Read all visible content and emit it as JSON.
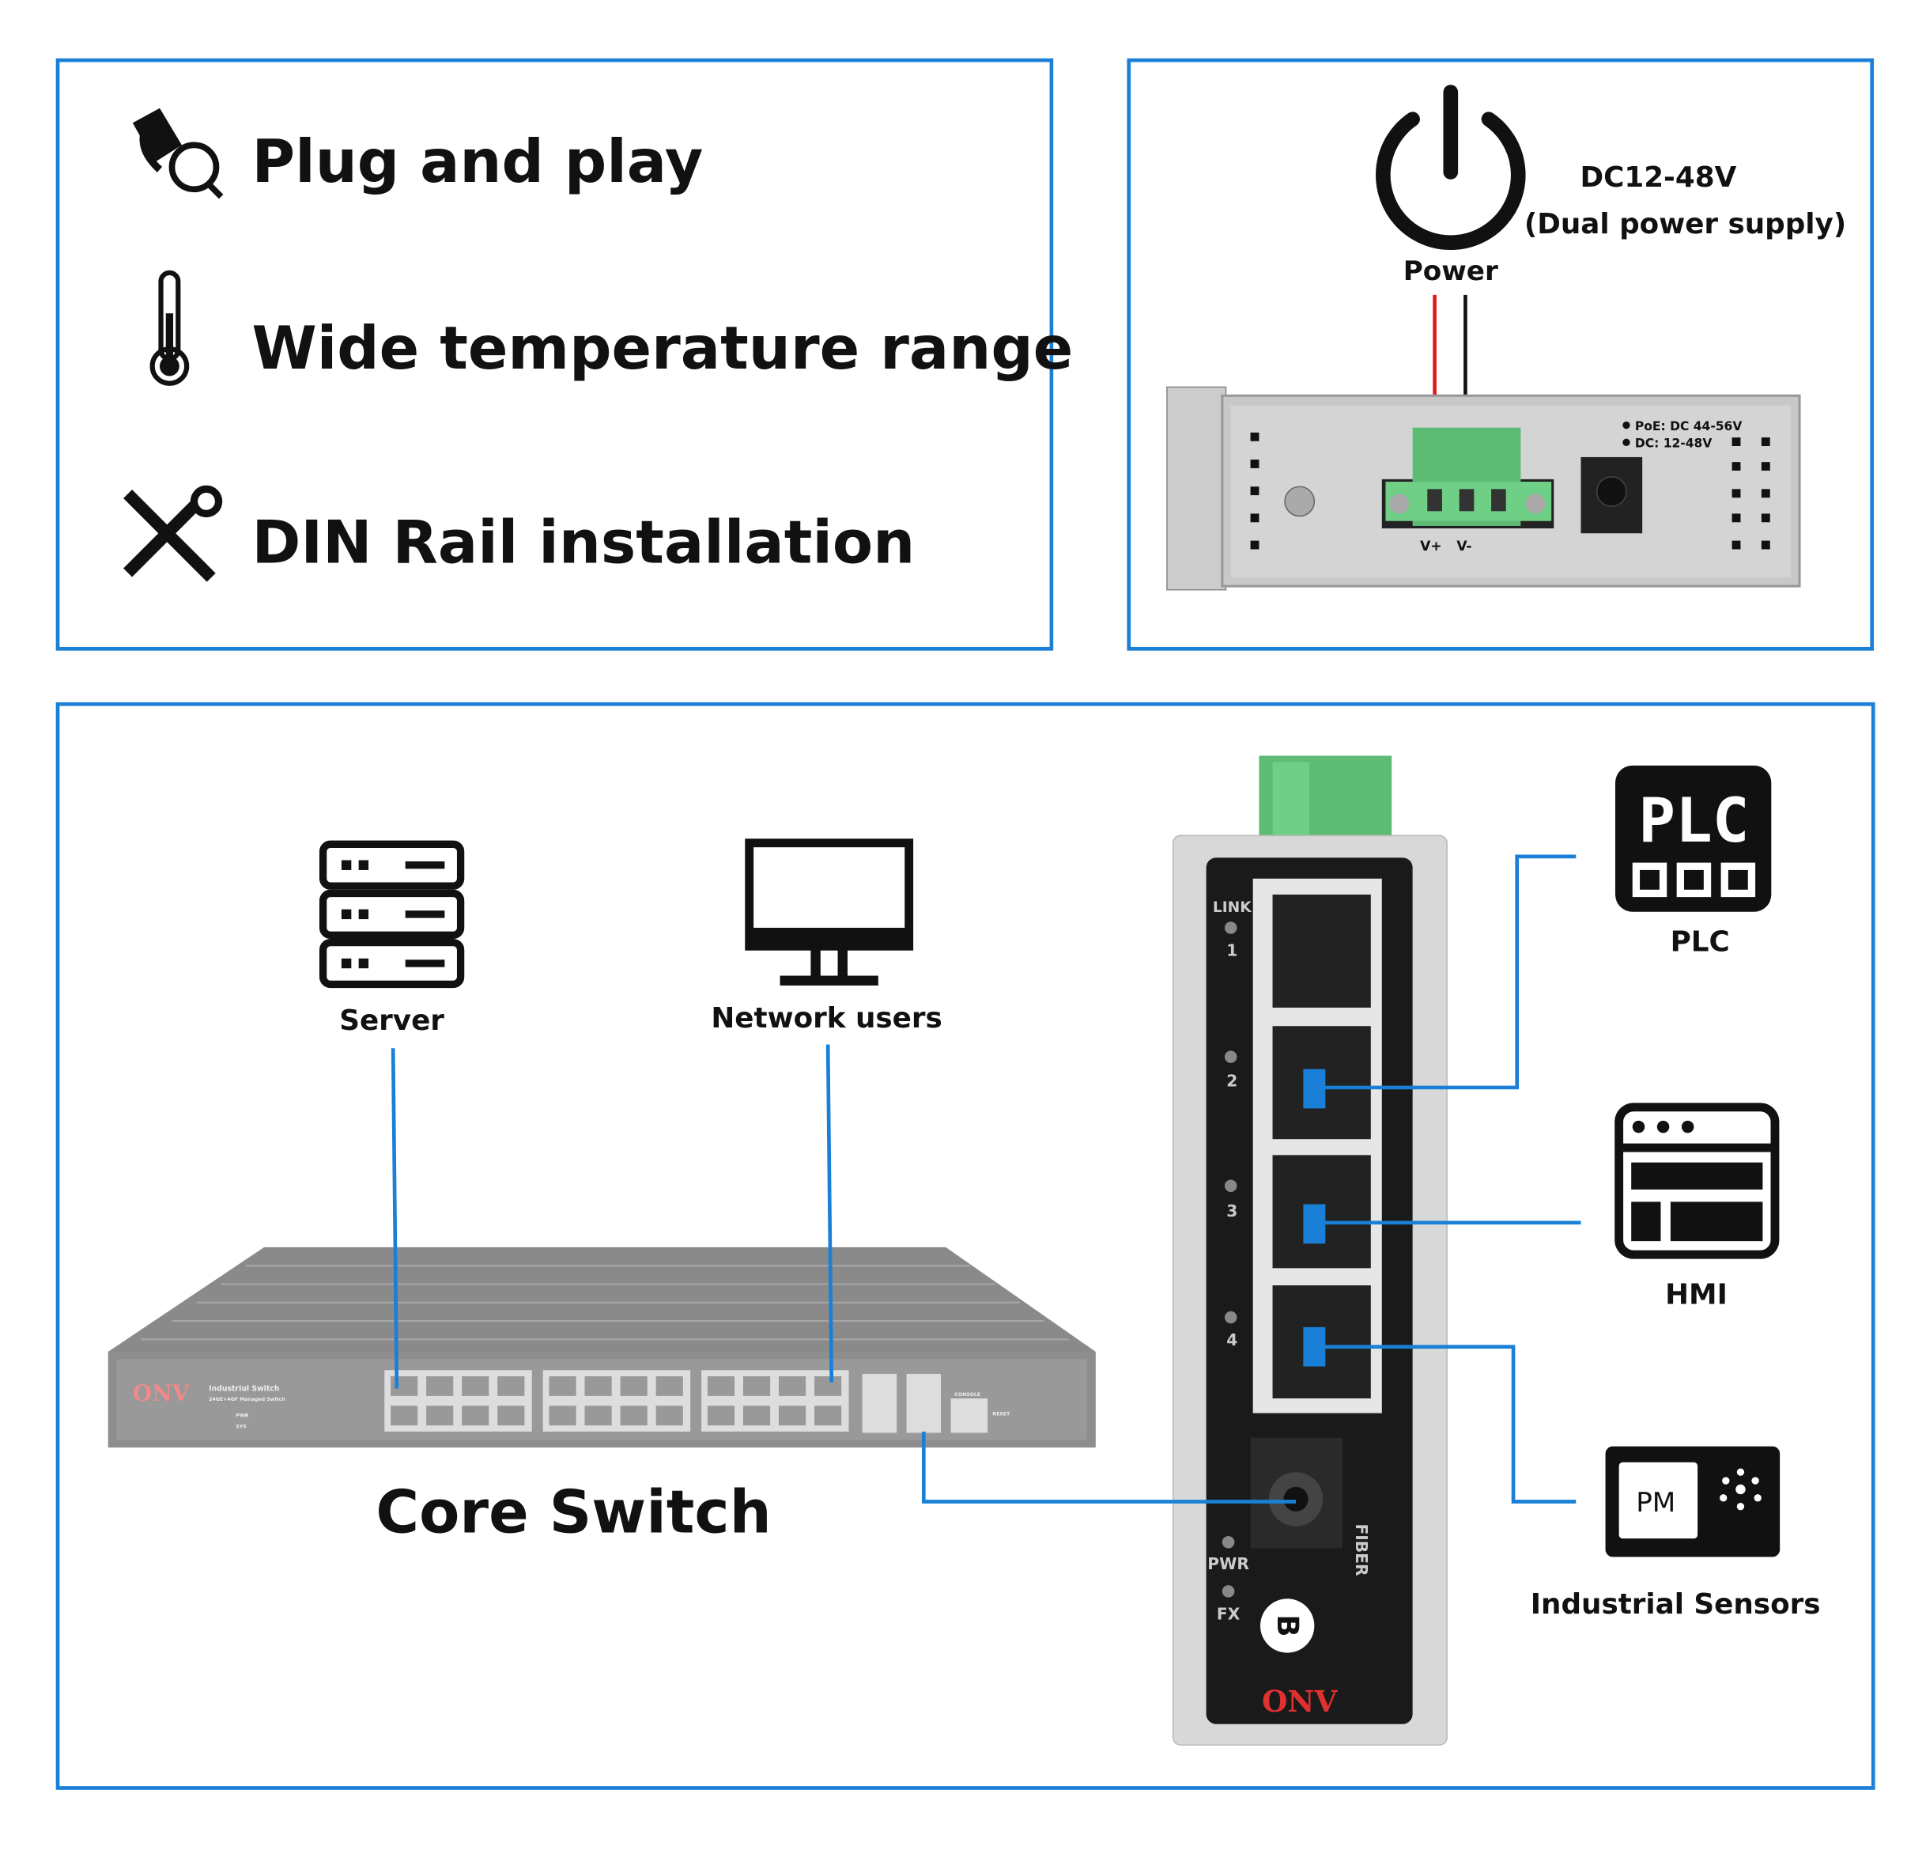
{
  "features": [
    {
      "icon": "plug-icon",
      "label": "Plug and play"
    },
    {
      "icon": "thermometer-icon",
      "label": "Wide temperature range"
    },
    {
      "icon": "tools-icon",
      "label": "DIN Rail installation"
    }
  ],
  "power": {
    "icon": "power-icon",
    "label": "Power",
    "voltage": "DC12-48V",
    "note": "(Dual power supply)",
    "panel": {
      "poe": "PoE: DC 44-56V",
      "dc": "DC: 12-48V",
      "terminals": [
        "V+",
        "V-"
      ]
    }
  },
  "topology": {
    "server": "Server",
    "network_users": "Network users",
    "core_switch": "Core Switch",
    "core_switch_device": {
      "brand": "ONV",
      "model": "Industriul Switch",
      "spec": "24GE+4GF Managed Switch",
      "leds": [
        "PWR",
        "SYS"
      ],
      "console": "CONSOLE",
      "reset": "RESET"
    },
    "din_device": {
      "brand": "ONV",
      "link": "LINK",
      "ports": [
        "1",
        "2",
        "3",
        "4"
      ],
      "pwr": "PWR",
      "fx": "FX",
      "fiber": "FIBER",
      "badge": "B"
    },
    "plc": {
      "label": "PLC",
      "icon_text": "PLC"
    },
    "hmi": {
      "label": "HMI"
    },
    "sensors": {
      "label": "Industrial Sensors",
      "icon_text": "PM"
    }
  },
  "colors": {
    "accent": "#1a7fd6",
    "terminal_green": "#5dbb74",
    "brand_red": "#e03030",
    "wire_red": "#e01818"
  }
}
